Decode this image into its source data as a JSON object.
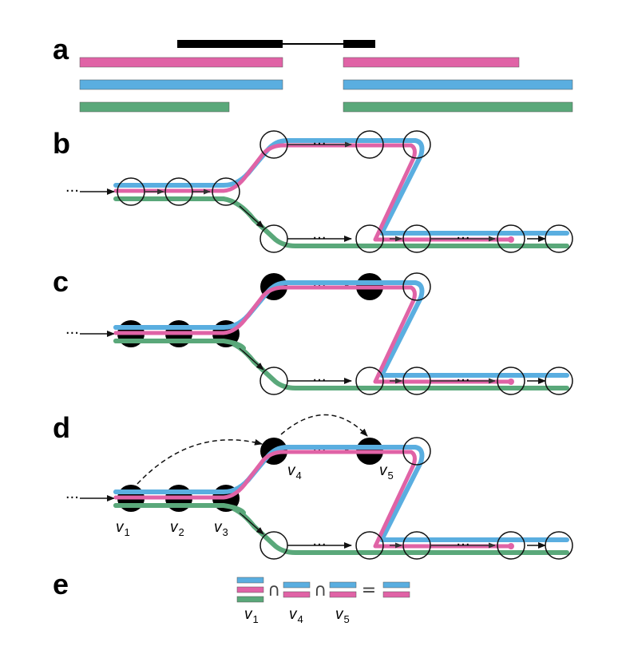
{
  "panels": {
    "a": "a",
    "b": "b",
    "c": "c",
    "d": "d",
    "e": "e"
  },
  "colors": {
    "pink": "#e063a6",
    "blue": "#5aaee0",
    "green": "#5aa87a",
    "black": "#000000",
    "arrow": "#222222"
  },
  "node_labels": {
    "v1": {
      "main": "v",
      "sub": "1"
    },
    "v2": {
      "main": "v",
      "sub": "2"
    },
    "v3": {
      "main": "v",
      "sub": "3"
    },
    "v4": {
      "main": "v",
      "sub": "4"
    },
    "v5": {
      "main": "v",
      "sub": "5"
    }
  },
  "equation": {
    "intersect_symbol": "∩",
    "equals_symbol": "=",
    "labels": [
      {
        "main": "v",
        "sub": "1"
      },
      {
        "main": "v",
        "sub": "4"
      },
      {
        "main": "v",
        "sub": "5"
      }
    ]
  },
  "ellipsis": "···"
}
